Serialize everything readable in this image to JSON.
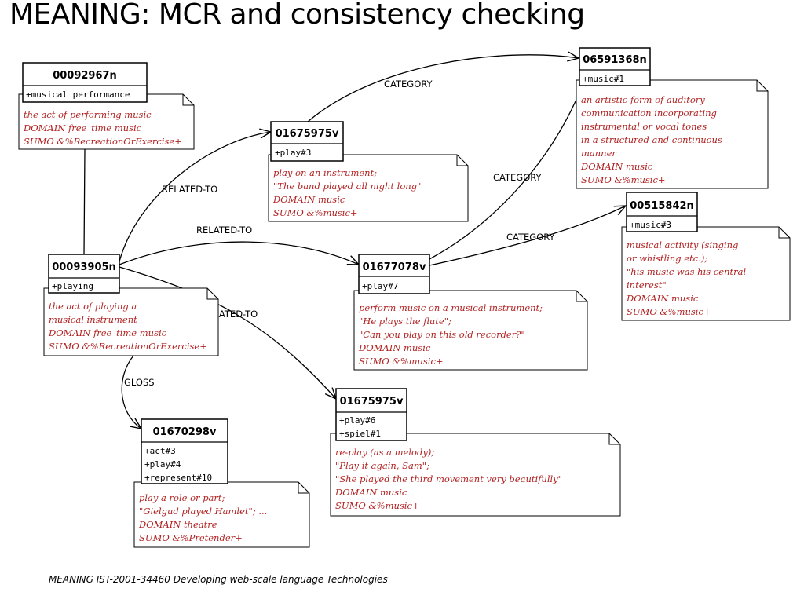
{
  "title": "MEANING: MCR and consistency checking",
  "footer": "MEANING IST-2001-34460 Developing web-scale language Technologies",
  "nodes": [
    {
      "id": "00092967n",
      "members": [
        "+musical performance"
      ],
      "note": [
        "the act of performing music",
        "DOMAIN free_time music",
        "SUMO &%RecreationOrExercise+"
      ]
    },
    {
      "id": "01675975v",
      "members": [
        "+play#3"
      ],
      "note": [
        "play on an instrument;",
        "\"The band played all night long\"",
        "DOMAIN music",
        "SUMO &%music+"
      ]
    },
    {
      "id": "06591368n",
      "members": [
        "+music#1"
      ],
      "note": [
        "an artistic form of auditory",
        "communication incorporating",
        "instrumental or vocal tones",
        "in a structured and continuous",
        "manner",
        "DOMAIN music",
        "SUMO &%music+"
      ]
    },
    {
      "id": "00515842n",
      "members": [
        "+music#3"
      ],
      "note": [
        "musical activity (singing",
        "or whistling etc.);",
        "\"his music was his central",
        "interest\"",
        "DOMAIN music",
        "SUMO &%music+"
      ]
    },
    {
      "id": "00093905n",
      "members": [
        "+playing"
      ],
      "note": [
        "the act of playing a",
        "musical instrument",
        "DOMAIN free_time music",
        "SUMO &%RecreationOrExercise+"
      ]
    },
    {
      "id": "01677078v",
      "members": [
        "+play#7"
      ],
      "note": [
        "perform music on a musical instrument;",
        "\"He plays the flute\";",
        "\"Can you play on this old recorder?\"",
        "DOMAIN music",
        "SUMO &%music+"
      ]
    },
    {
      "id": "01675975v",
      "members": [
        "+play#6",
        "+spiel#1"
      ],
      "note": [
        "re-play (as a melody);",
        "\"Play it again, Sam\";",
        "\"She played the third movement very beautifully\"",
        "DOMAIN music",
        "SUMO &%music+"
      ]
    },
    {
      "id": "01670298v",
      "members": [
        "+act#3",
        "+play#4",
        "+represent#10"
      ],
      "note": [
        "play a role or part;",
        "\"Gielgud played Hamlet\"; ...",
        "DOMAIN theatre",
        "SUMO &%Pretender+"
      ]
    }
  ],
  "edges": [
    {
      "label": "CATEGORY"
    },
    {
      "label": "RELATED-TO"
    },
    {
      "label": "CATEGORY"
    },
    {
      "label": "RELATED-TO"
    },
    {
      "label": "CATEGORY"
    },
    {
      "label": "RELATED-TO"
    },
    {
      "label": "GLOSS"
    }
  ]
}
